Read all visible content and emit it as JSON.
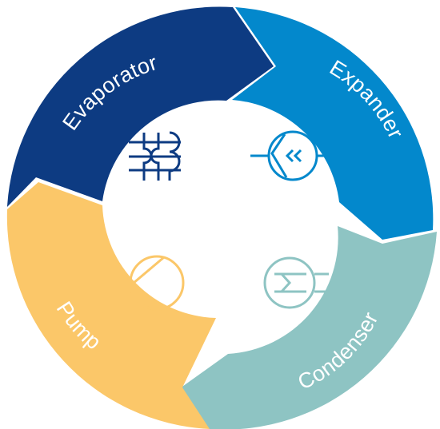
{
  "cycle": {
    "segments": [
      {
        "key": "evaporator",
        "label": "Evaporator",
        "color": "#0d3b82",
        "icon": "heat-exchanger-icon"
      },
      {
        "key": "expander",
        "label": "Expander",
        "color": "#0388cc",
        "icon": "turbine-icon"
      },
      {
        "key": "condenser",
        "label": "Condenser",
        "color": "#8ec4c3",
        "icon": "condenser-icon"
      },
      {
        "key": "pump",
        "label": "Pump",
        "color": "#fbc769",
        "icon": "pump-icon"
      }
    ]
  }
}
